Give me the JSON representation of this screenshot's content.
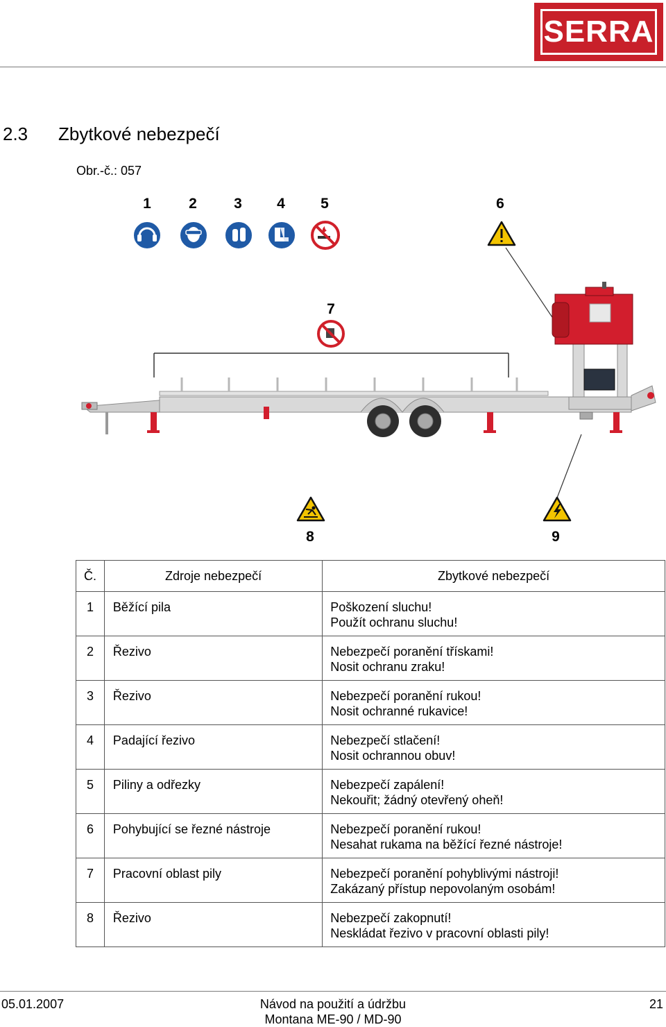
{
  "header": {
    "logo_text": "SERRA"
  },
  "section": {
    "number": "2.3",
    "title": "Zbytkové nebezpečí"
  },
  "figure": {
    "reference": "Obr.-č.: 057",
    "labels": [
      "1",
      "2",
      "3",
      "4",
      "5",
      "6",
      "7",
      "8",
      "9"
    ],
    "icons": [
      "ear-protection-icon",
      "eye-protection-icon",
      "gloves-icon",
      "safety-boots-icon",
      "no-smoking-icon",
      "general-warning-icon",
      "no-access-hand-icon",
      "trip-hazard-icon",
      "electric-hazard-icon"
    ],
    "colors": {
      "mandatory": "#1f5aa6",
      "prohibition": "#d0202a",
      "warning": "#f3c400",
      "machine_red": "#d21e2d",
      "frame": "#d9d9d9"
    }
  },
  "table": {
    "headers": {
      "no": "Č.",
      "source": "Zdroje nebezpečí",
      "risk": "Zbytkové nebezpečí"
    },
    "rows": [
      {
        "no": "1",
        "source": "Běžící pila",
        "risk1": "Poškození sluchu!",
        "risk2": "Použít ochranu sluchu!"
      },
      {
        "no": "2",
        "source": "Řezivo",
        "risk1": "Nebezpečí poranění třískami!",
        "risk2": "Nosit ochranu zraku!"
      },
      {
        "no": "3",
        "source": "Řezivo",
        "risk1": "Nebezpečí poranění rukou!",
        "risk2": "Nosit ochranné rukavice!"
      },
      {
        "no": "4",
        "source": "Padající řezivo",
        "risk1": "Nebezpečí stlačení!",
        "risk2": "Nosit ochrannou obuv!"
      },
      {
        "no": "5",
        "source": "Piliny a odřezky",
        "risk1": "Nebezpečí zapálení!",
        "risk2": "Nekouřit; žádný otevřený oheň!"
      },
      {
        "no": "6",
        "source": "Pohybující se řezné nástroje",
        "risk1": "Nebezpečí poranění rukou!",
        "risk2": "Nesahat rukama na běžící řezné nástroje!"
      },
      {
        "no": "7",
        "source": "Pracovní oblast pily",
        "risk1": "Nebezpečí poranění pohyblivými nástroji!",
        "risk2": "Zakázaný přístup nepovolaným osobám!"
      },
      {
        "no": "8",
        "source": "Řezivo",
        "risk1": "Nebezpečí zakopnutí!",
        "risk2": "Neskládat řezivo v pracovní oblasti pily!"
      }
    ]
  },
  "footer": {
    "date": "05.01.2007",
    "title_line1": "Návod na použití a údržbu",
    "title_line2": "Montana ME-90 / MD-90",
    "page": "21"
  }
}
